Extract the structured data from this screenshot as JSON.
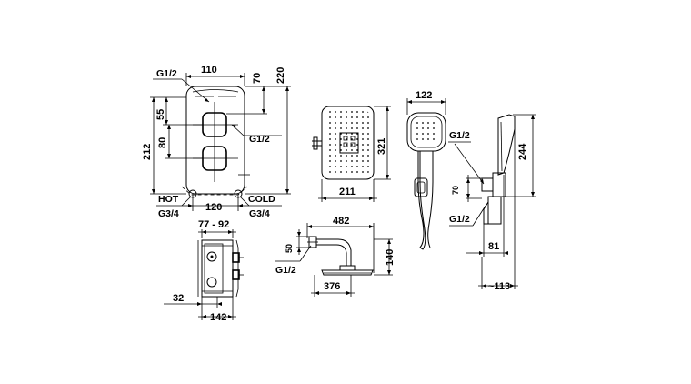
{
  "valve_front": {
    "dim_width_top": "110",
    "dim_height_right": "220",
    "dim_offset_top": "70",
    "dim_height_left": "212",
    "dim_upper": "55",
    "dim_between": "80",
    "dim_bottom_width": "120",
    "inlet_top": "G1/2",
    "outlet_right": "G1/2",
    "label_hot": "HOT",
    "label_cold": "COLD",
    "thread_hot": "G3/4",
    "thread_cold": "G3/4"
  },
  "valve_side": {
    "dim_depth_range": "77 - 92",
    "dim_left": "32",
    "dim_bottom": "142"
  },
  "rain_head": {
    "dim_height": "321",
    "dim_width": "211"
  },
  "shower_arm": {
    "dim_arm_length": "482",
    "dim_drop": "140",
    "dim_outlet": "50",
    "thread": "G1/2",
    "dim_offset": "376"
  },
  "hand_shower": {
    "dim_head_width": "122"
  },
  "hand_holder": {
    "dim_height": "244",
    "thread_top": "G1/2",
    "dim_bracket": "70",
    "thread_bottom": "G1/2",
    "dim_depth": "81",
    "dim_total": "~113"
  }
}
